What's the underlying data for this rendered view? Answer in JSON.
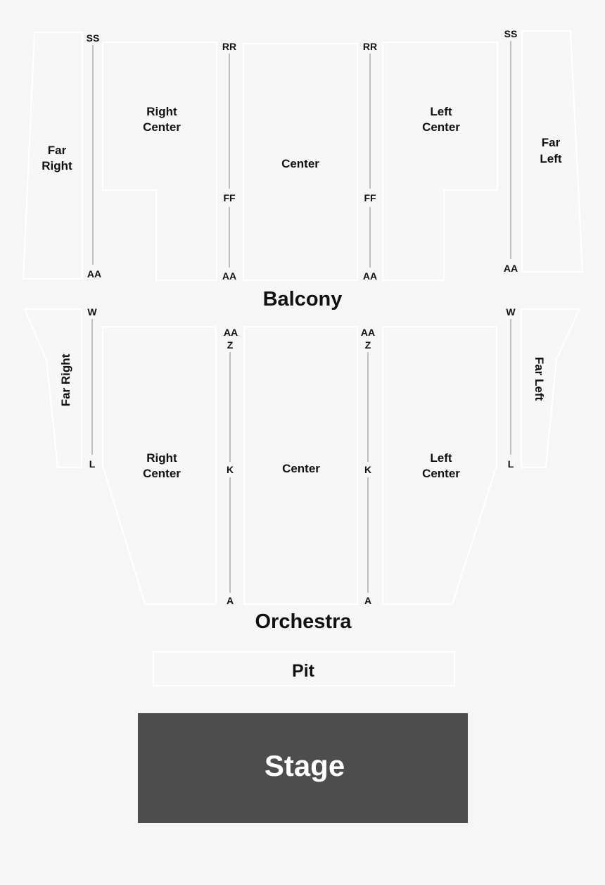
{
  "colors": {
    "background": "#f6f6f6",
    "section_fill": "#f7f7f7",
    "section_stroke": "#ffffff",
    "aisle_line": "#9a9a9a",
    "text": "#111111",
    "stage_fill": "#4d4d4d",
    "stage_text": "#ffffff"
  },
  "balcony": {
    "label": "Balcony",
    "far_right": {
      "line1": "Far",
      "line2": "Right"
    },
    "right_center": {
      "line1": "Right",
      "line2": "Center"
    },
    "center": "Center",
    "left_center": {
      "line1": "Left",
      "line2": "Center"
    },
    "far_left": {
      "line1": "Far",
      "line2": "Left"
    },
    "aisle_right_outer": {
      "top": "SS",
      "bottom": "AA"
    },
    "aisle_right_inner": {
      "top": "RR",
      "mid": "FF",
      "bottom": "AA"
    },
    "aisle_left_inner": {
      "top": "RR",
      "mid": "FF",
      "bottom": "AA"
    },
    "aisle_left_outer": {
      "top": "SS",
      "bottom": "AA"
    }
  },
  "orchestra": {
    "label": "Orchestra",
    "far_right": "Far Right",
    "right_center": {
      "line1": "Right",
      "line2": "Center"
    },
    "center": "Center",
    "left_center": {
      "line1": "Left",
      "line2": "Center"
    },
    "far_left": "Far Left",
    "aisle_right_outer": {
      "top": "W",
      "bottom": "L"
    },
    "aisle_right_inner": {
      "top1": "AA",
      "top2": "Z",
      "mid": "K",
      "bottom": "A"
    },
    "aisle_left_inner": {
      "top1": "AA",
      "top2": "Z",
      "mid": "K",
      "bottom": "A"
    },
    "aisle_left_outer": {
      "top": "W",
      "bottom": "L"
    }
  },
  "pit": {
    "label": "Pit"
  },
  "stage": {
    "label": "Stage"
  }
}
